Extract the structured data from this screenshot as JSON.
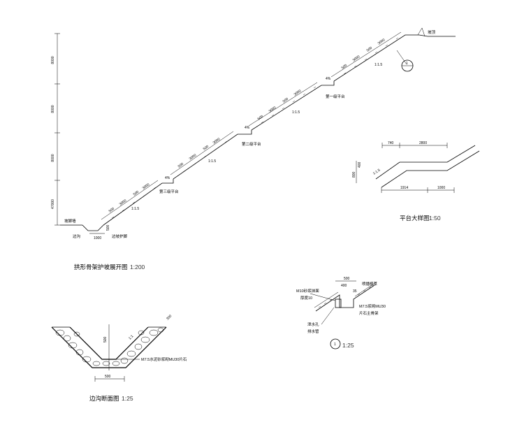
{
  "main_view": {
    "title": "拱形骨架护坡展开图",
    "scale": "1:200",
    "level_dims": [
      "8000",
      "8000",
      "8000",
      "47000"
    ],
    "slope_ratios": [
      "1:1.5",
      "1:1.5",
      "1:1.5",
      "1:1.5"
    ],
    "platform_labels": [
      "第一级平台",
      "第二级平台",
      "第三级平台"
    ],
    "platform_slope": "4%",
    "spacing_dims": [
      "500",
      "3000",
      "500",
      "3000"
    ],
    "bottom_dims": [
      "1000",
      "500"
    ],
    "top_label": "坡顶",
    "toe_labels": [
      "坡脚墙",
      "边沟",
      "边坡护脚"
    ],
    "detail_ref": "1"
  },
  "platform_detail": {
    "title": "平台大样图",
    "scale": "1:50",
    "top_dims": [
      "740",
      "2800"
    ],
    "side_dims": [
      "800",
      "400"
    ],
    "bottom_dims": [
      "1914",
      "1000"
    ],
    "slope": "1:1.5"
  },
  "ditch_section": {
    "title": "边沟断面图",
    "scale": "1:25",
    "height_dim": "500",
    "top_dim": "300",
    "bottom_dim": "500",
    "slope": "1:1",
    "material_note": "M7.5水泥砂浆砌MU30片石"
  },
  "detail_1": {
    "ref": "1",
    "scale": "1:25",
    "dims": [
      "500",
      "400",
      "35"
    ],
    "labels": [
      "M10砂浆抹面",
      "厚度10",
      "M7.5浆砌MU30",
      "片石主骨架",
      "喷播植草",
      "泄水孔",
      "排水管"
    ]
  }
}
